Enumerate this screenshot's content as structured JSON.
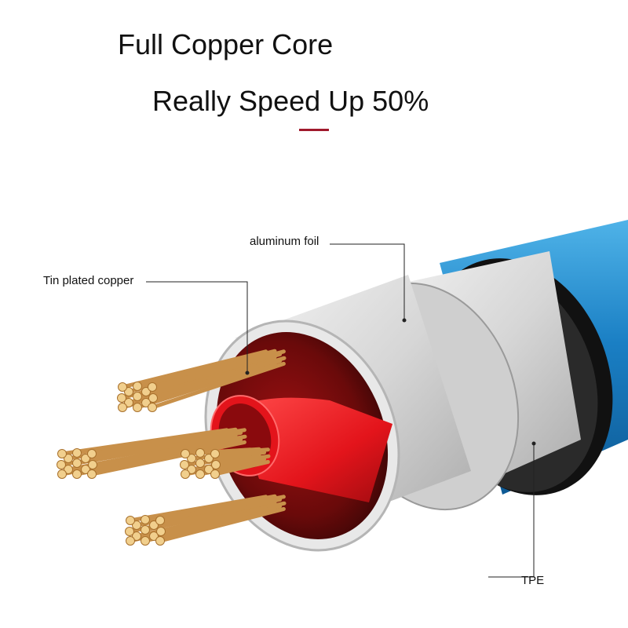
{
  "headline": {
    "line1": "Full Copper Core",
    "line2": "Really Speed Up 50%",
    "accent_color": "#a0192c"
  },
  "callouts": {
    "aluminum_foil": "aluminum foil",
    "tin_plated_copper": "Tin plated copper",
    "tpe": "TPE"
  },
  "colors": {
    "jacket_blue": "#1d86c8",
    "foil_silver": "#d8d8d8",
    "inner_red": "#e3141b",
    "copper_strand": "#d9a45a"
  }
}
